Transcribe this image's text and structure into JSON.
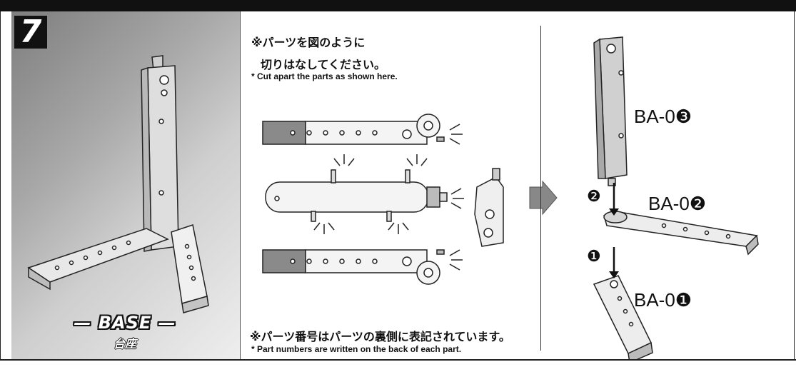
{
  "step": "7",
  "base": {
    "title": "— BASE —",
    "subtitle": "台座"
  },
  "instruction": {
    "jp_line1": "※パーツを図のように",
    "jp_line2": "切りはなしてください。",
    "en": "* Cut apart the parts as shown here."
  },
  "note": {
    "jp": "※パーツ番号はパーツの裏側に表記されています。",
    "en": "* Part numbers are written on the back of each part."
  },
  "parts": [
    {
      "id": "ba-03",
      "label": "BA-0❸"
    },
    {
      "id": "ba-02",
      "label": "BA-0❷"
    },
    {
      "id": "ba-01",
      "label": "BA-0❶"
    }
  ],
  "steps": [
    {
      "mark": "❷"
    },
    {
      "mark": "❶"
    }
  ],
  "colors": {
    "badge": "#111111",
    "panel_dark": "#7e7e7e",
    "panel_light": "#eeeeee",
    "part_fill": "#d9d9d9",
    "part_edge": "#222222"
  }
}
